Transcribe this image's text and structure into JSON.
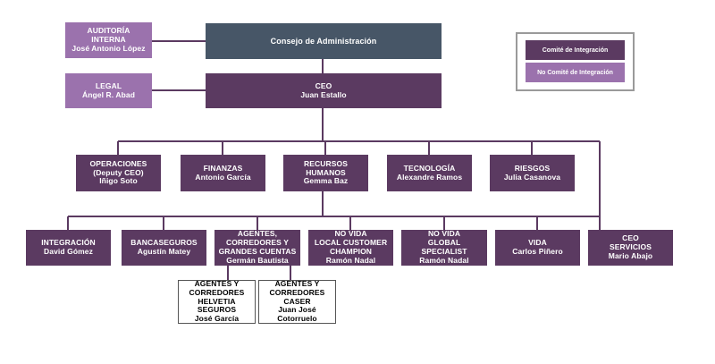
{
  "colors": {
    "member": "#5b3a61",
    "non_member": "#9b72ad",
    "board": "#475667",
    "line": "#5b3a61"
  },
  "board": {
    "label": "Consejo de Administración"
  },
  "audit": {
    "title1": "AUDITORÍA",
    "title2": "INTERNA",
    "person": "José Antonio López"
  },
  "legal": {
    "title": "LEGAL",
    "person": "Ángel R. Abad"
  },
  "ceo": {
    "title": "CEO",
    "person": "Juan Estallo"
  },
  "legend": {
    "member": "Comité de Integración",
    "non_member": "No Comité de Integración"
  },
  "row1": [
    {
      "lines": [
        "OPERACIONES",
        "(Deputy CEO)",
        "Iñigo Soto"
      ]
    },
    {
      "lines": [
        "FINANZAS",
        "Antonio García"
      ]
    },
    {
      "lines": [
        "RECURSOS",
        "HUMANOS",
        "Gemma Baz"
      ]
    },
    {
      "lines": [
        "TECNOLOGÍA",
        "Alexandre Ramos"
      ]
    },
    {
      "lines": [
        "RIESGOS",
        "Julia Casanova"
      ]
    }
  ],
  "row2": [
    {
      "lines": [
        "INTEGRACIÓN",
        "David Gómez"
      ]
    },
    {
      "lines": [
        "BANCASEGUROS",
        "Agustín Matey"
      ]
    },
    {
      "lines": [
        "AGENTES,",
        "CORREDORES Y",
        "GRANDES CUENTAS",
        "Germán Bautista"
      ]
    },
    {
      "lines": [
        "NO VIDA",
        "LOCAL CUSTOMER",
        "CHAMPION",
        "Ramón Nadal"
      ]
    },
    {
      "lines": [
        "NO VIDA",
        "GLOBAL",
        "SPECIALIST",
        "Ramón Nadal"
      ]
    },
    {
      "lines": [
        "VIDA",
        "Carlos Piñero"
      ]
    },
    {
      "lines": [
        "CEO",
        "SERVICIOS",
        "Mario Abajo"
      ]
    }
  ],
  "row3": [
    {
      "lines": [
        "AGENTES Y",
        "CORREDORES",
        "HELVETIA",
        "SEGUROS",
        "José García"
      ]
    },
    {
      "lines": [
        "AGENTES Y",
        "CORREDORES",
        "CASER",
        "Juan José",
        "Cotorruelo"
      ]
    }
  ]
}
